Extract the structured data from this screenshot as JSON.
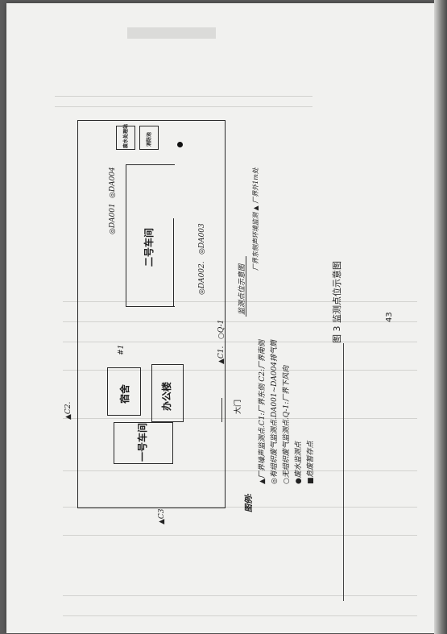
{
  "plant": {
    "building_dormitory": "宿舍",
    "building_office": "办公楼",
    "building_workshop1": "一号车间",
    "building_workshop2": "二号车间",
    "building_fire_pool": "消防池",
    "building_fire_pool_label_2": "\u0000",
    "building_wastewater": "废水处理站",
    "building_wastewater_2": "",
    "gate_label": "大门",
    "marker_dormitory": "#1"
  },
  "points": {
    "da001": "◎DA001",
    "da004": "◎DA004",
    "da002": "◎DA002.",
    "da003": "◎DA003",
    "c1": "▲C1.",
    "oq1": "○Q-1",
    "c2": "▲C2.",
    "c3": "▲C3"
  },
  "annotation": {
    "text": "监测点位示意图"
  },
  "legend": {
    "title": "图例:",
    "line1": "▲厂界噪声监测点.C1:厂界东侧 C2:厂界南侧",
    "line2": "○无组织废气监测点.Q-1:厂界下风向",
    "line3": "◎有组织废气监测点.DA001~DA004排气筒",
    "line4": "●废水监测点",
    "line5": "■危废暂存点",
    "line_top": "厂界东侧声环境监测 ▲ 厂界外1m处"
  },
  "caption": "图 3  监测点位示意图",
  "page_number": "43"
}
